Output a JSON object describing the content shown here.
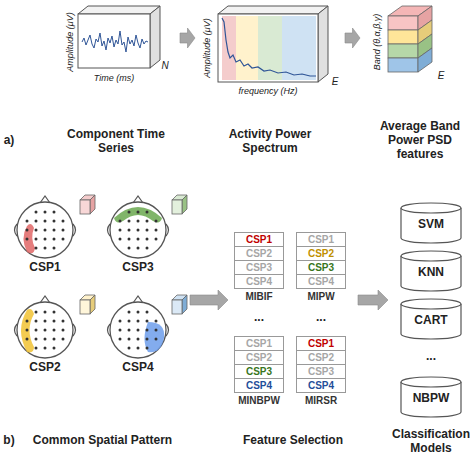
{
  "diagram": {
    "nodes": [
      {
        "text": [
          "Component Time Series"
        ]
      },
      {
        "text": [
          "Activity Power Spectrum"
        ]
      },
      {
        "text": [
          "Average Band Power PSD features"
        ]
      },
      {
        "text": [
          "Common Spatial Pattern"
        ]
      },
      {
        "text": [
          "CSP1"
        ],
        "in": 3
      },
      {
        "text": [
          "CSP3"
        ],
        "in": 3
      },
      {
        "text": [
          "CSP2"
        ],
        "in": 3
      },
      {
        "text": [
          "CSP4"
        ],
        "in": 3
      },
      {
        "text": [
          "Feature Selection"
        ]
      },
      {
        "text": [
          "MIBIF"
        ],
        "in": 8
      },
      {
        "text": [
          "CSP1"
        ],
        "in": 9
      },
      {
        "text": [
          "CSP2"
        ],
        "in": 9
      },
      {
        "text": [
          "CSP3"
        ],
        "in": 9
      },
      {
        "text": [
          "CSP4"
        ],
        "in": 9
      },
      {
        "text": [
          "MIPW"
        ],
        "in": 8
      },
      {
        "text": [
          "CSP1"
        ],
        "in": 14
      },
      {
        "text": [
          "CSP2"
        ],
        "in": 14
      },
      {
        "text": [
          "CSP3"
        ],
        "in": 14
      },
      {
        "text": [
          "CSP4"
        ],
        "in": 14
      },
      {
        "text": [
          "MINBPW"
        ],
        "in": 8
      },
      {
        "text": [
          "CSP1"
        ],
        "in": 19
      },
      {
        "text": [
          "CSP2"
        ],
        "in": 19
      },
      {
        "text": [
          "CSP3"
        ],
        "in": 19
      },
      {
        "text": [
          "CSP4"
        ],
        "in": 19
      },
      {
        "text": [
          "MIRSR"
        ],
        "in": 8
      },
      {
        "text": [
          "CSP1"
        ],
        "in": 24
      },
      {
        "text": [
          "CSP2"
        ],
        "in": 24
      },
      {
        "text": [
          "CSP3"
        ],
        "in": 24
      },
      {
        "text": [
          "CSP4"
        ],
        "in": 24
      },
      {
        "text": [
          "Classification Models"
        ]
      },
      {
        "text": [
          "SVM"
        ],
        "in": 29
      },
      {
        "text": [
          "KNN"
        ],
        "in": 29
      },
      {
        "text": [
          "CART"
        ],
        "in": 29
      },
      {
        "text": [
          "NBPW"
        ],
        "in": 29
      }
    ],
    "edges": [
      {
        "from": 0,
        "to": 1,
        "arrow": "to"
      },
      {
        "from": 1,
        "to": 2,
        "arrow": "to"
      },
      {
        "from": 3,
        "to": 8,
        "arrow": "to"
      },
      {
        "from": 8,
        "to": 29,
        "arrow": "to"
      }
    ],
    "labels": [
      "a)",
      "Amplitude (μV)",
      "Time (ms)",
      "N",
      "Amplitude (μV)",
      "frequency (Hz)",
      "E",
      "Band (θ,α,β,γ)",
      "E",
      "b)",
      "...",
      "...",
      "..."
    ]
  }
}
